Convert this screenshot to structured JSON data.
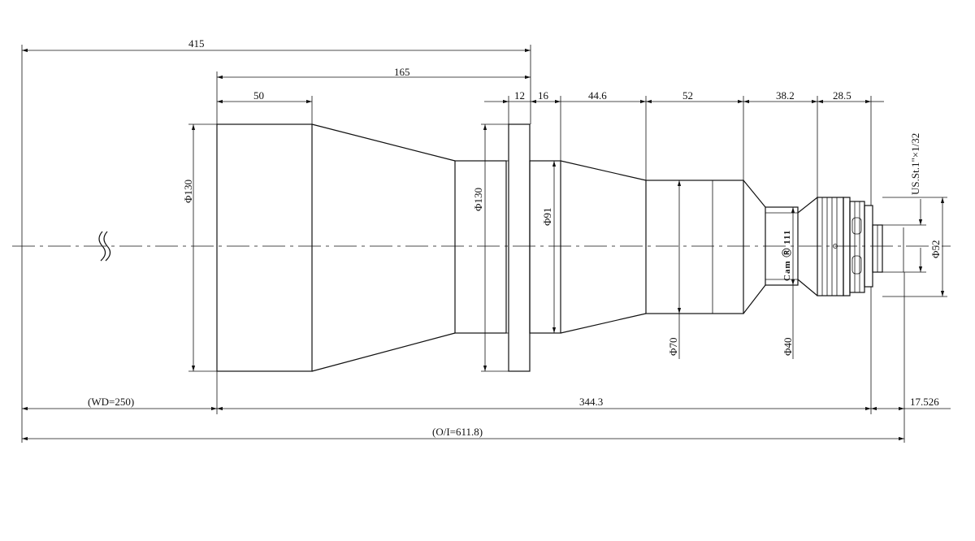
{
  "diagram": {
    "dimensions": {
      "total_length": "415",
      "front_length": "165",
      "front_barrel": "50",
      "flange": "12",
      "flange_gap": "16",
      "taper": "44.6",
      "barrel_70": "52",
      "cone": "38.2",
      "rear": "28.5",
      "working_distance": "(WD=250)",
      "body_length": "344.3",
      "back_focus": "17.526",
      "object_to_image": "(O/I=611.8)"
    },
    "diameters": {
      "front": "Φ130",
      "flange": "Φ130",
      "taper_start": "Φ91",
      "barrel": "Φ70",
      "neck": "Φ40",
      "mount": "Φ52"
    },
    "mount_thread": "US.St.1\"×1/32",
    "side_label": "Cam  Ⓡ 111"
  }
}
